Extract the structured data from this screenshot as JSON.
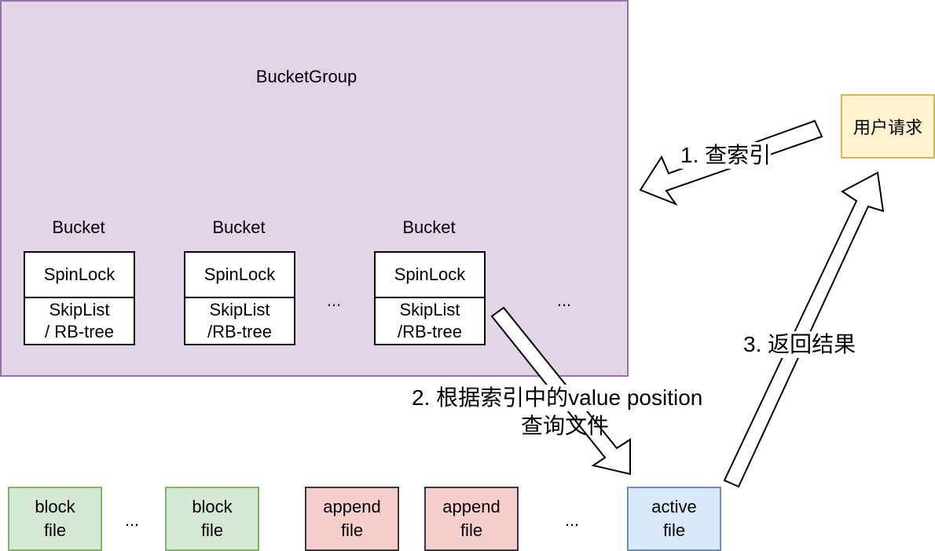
{
  "group": {
    "title": "BucketGroup"
  },
  "buckets": [
    {
      "title": "Bucket",
      "top": "SpinLock",
      "bottom_line1": "SkipList",
      "bottom_line2": "/ RB-tree"
    },
    {
      "title": "Bucket",
      "top": "SpinLock",
      "bottom_line1": "SkipList",
      "bottom_line2": "/RB-tree"
    },
    {
      "title": "Bucket",
      "top": "SpinLock",
      "bottom_line1": "SkipList",
      "bottom_line2": "/RB-tree"
    }
  ],
  "ellipsis": "...",
  "user_request": "用户请求",
  "steps": {
    "step1": "1. 查索引",
    "step2_line1": "2. 根据索引中的value position",
    "step2_line2": "查询文件",
    "step3": "3. 返回结果"
  },
  "files": [
    {
      "line1": "block",
      "line2": "file",
      "color": "#d5e8d4"
    },
    {
      "line1": "block",
      "line2": "file",
      "color": "#d5e8d4"
    },
    {
      "line1": "append",
      "line2": "file",
      "color": "#f8cecc"
    },
    {
      "line1": "append",
      "line2": "file",
      "color": "#f8cecc"
    },
    {
      "line1": "active",
      "line2": "file",
      "color": "#dae8fc"
    }
  ]
}
